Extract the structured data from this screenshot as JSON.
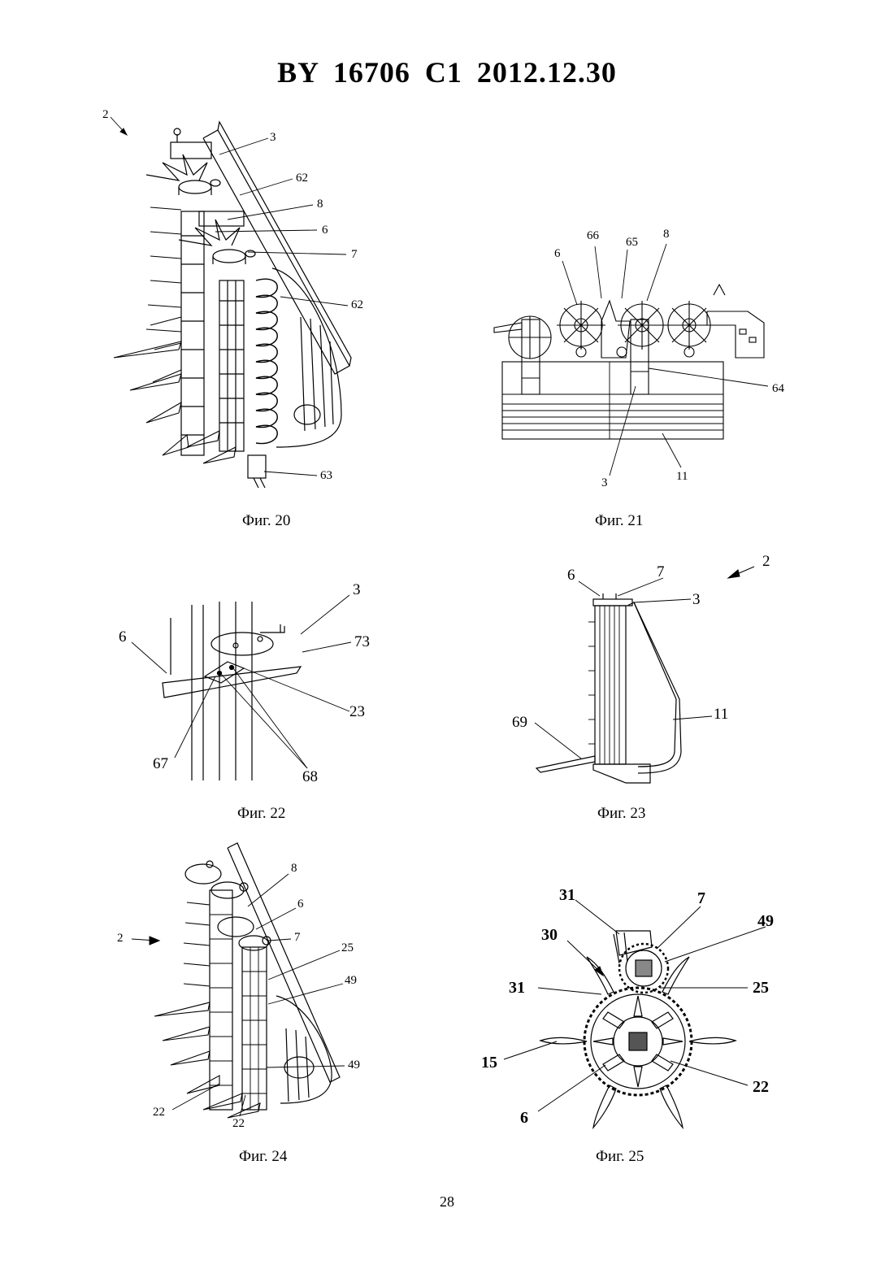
{
  "header": {
    "doc_id": "BY 16706 C1 2012.12.30"
  },
  "figures": [
    {
      "caption": "Фиг. 20",
      "labels": [
        "2",
        "3",
        "62",
        "8",
        "6",
        "7",
        "62",
        "63"
      ]
    },
    {
      "caption": "Фиг. 21",
      "labels": [
        "66",
        "65",
        "8",
        "6",
        "64",
        "3",
        "11"
      ]
    },
    {
      "caption": "Фиг. 22",
      "labels": [
        "3",
        "6",
        "73",
        "23",
        "67",
        "68"
      ]
    },
    {
      "caption": "Фиг. 23",
      "labels": [
        "2",
        "6",
        "7",
        "3",
        "11",
        "69"
      ]
    },
    {
      "caption": "Фиг. 24",
      "labels": [
        "8",
        "6",
        "2",
        "7",
        "25",
        "49",
        "49",
        "22",
        "22"
      ]
    },
    {
      "caption": "Фиг. 25",
      "labels": [
        "31",
        "7",
        "49",
        "30",
        "31",
        "25",
        "15",
        "22",
        "6"
      ]
    }
  ],
  "footer": {
    "page_number": "28"
  }
}
